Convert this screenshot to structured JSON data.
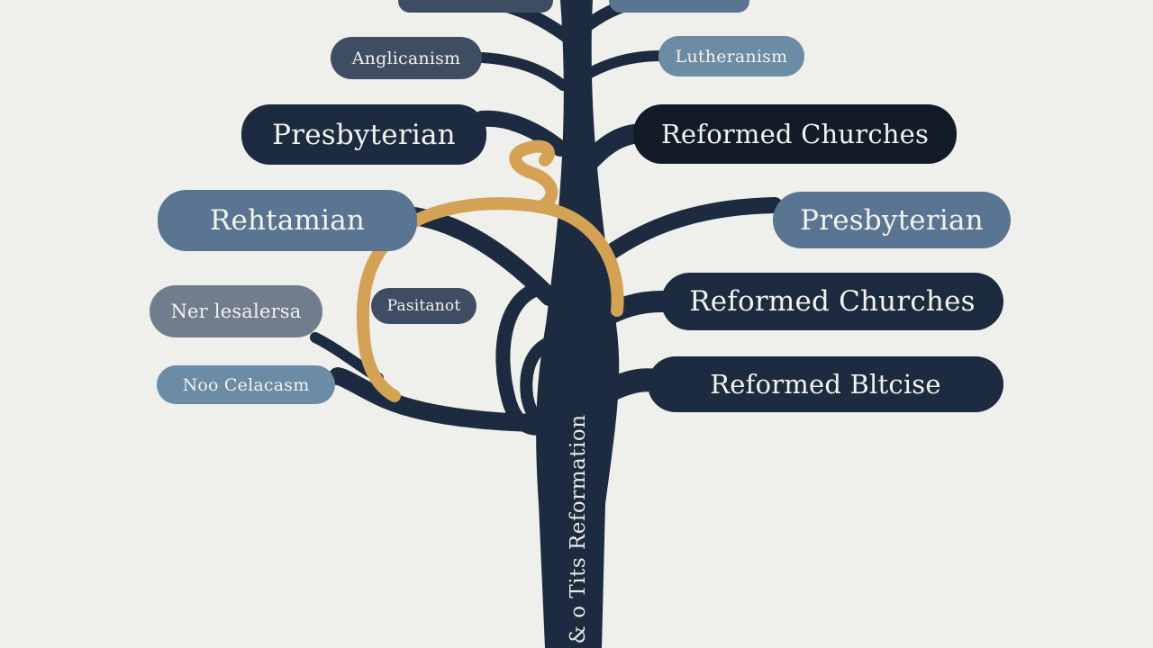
{
  "diagram": {
    "trunk_label": "& o Tits Reformation",
    "nodes": [
      {
        "id": "top-left",
        "text": ""
      },
      {
        "id": "top-right",
        "text": ""
      },
      {
        "id": "anglicanism",
        "text": "Anglicanism"
      },
      {
        "id": "lutheranism-top",
        "text": "Lutheranism"
      },
      {
        "id": "presbyterian-left",
        "text": "Presbyterian"
      },
      {
        "id": "reformed-churches-top",
        "text": "Reformed Churches"
      },
      {
        "id": "methodist",
        "text": "Rehtamian"
      },
      {
        "id": "presbyterian-right",
        "text": "Presbyterian"
      },
      {
        "id": "puritanism",
        "text": "Pasitanot"
      },
      {
        "id": "reformed-churches-mid",
        "text": "Reformed Churches"
      },
      {
        "id": "neo-lutheran",
        "text": "Ner lesalersa"
      },
      {
        "id": "neo-calvinism",
        "text": "Noo Celacasm"
      },
      {
        "id": "reformed-baptist",
        "text": "Reformed Bltcise"
      }
    ]
  },
  "colors": {
    "background": "#efefeb",
    "trunk": "#1c2b3f",
    "accent_gold": "#d4a255",
    "navy": "#1c2b3f",
    "steel": "#5a7591",
    "slate": "#3e4d62"
  }
}
